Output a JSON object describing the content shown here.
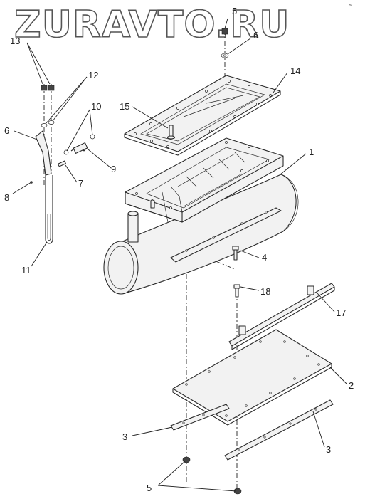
{
  "watermark": "ZURAVTO.RU",
  "corner_mark": "~",
  "callouts": {
    "c1": "1",
    "c2": "2",
    "c3a": "3",
    "c3b": "3",
    "c4": "4",
    "c5top": "5",
    "c5bot": "5",
    "c6left": "6",
    "c6top": "6",
    "c7": "7",
    "c8": "8",
    "c9": "9",
    "c10": "10",
    "c11": "11",
    "c12": "12",
    "c13": "13",
    "c14": "14",
    "c15": "15",
    "c17": "17",
    "c18": "18"
  }
}
